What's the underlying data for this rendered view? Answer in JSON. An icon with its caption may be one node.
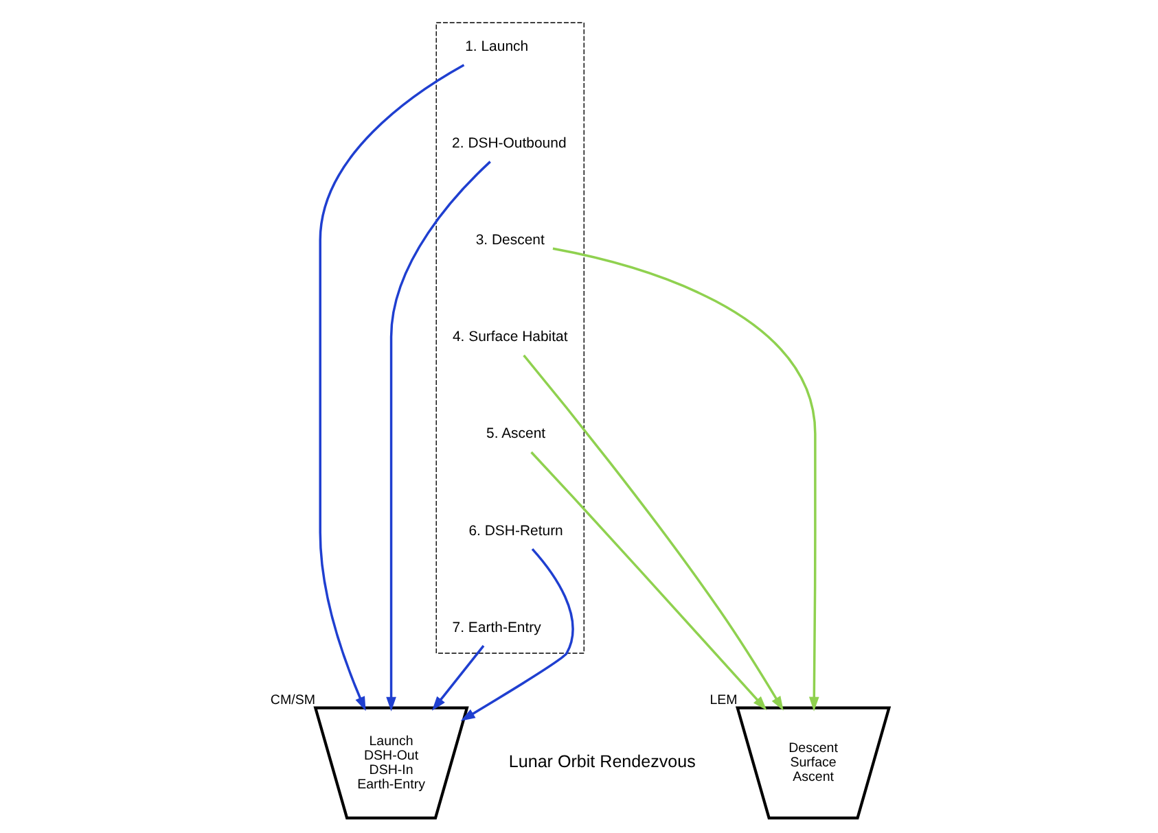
{
  "diagram": {
    "nodes": [
      {
        "text": [],
        "shape": "box"
      },
      {
        "text": [
          "1. Launch"
        ],
        "in": 0
      },
      {
        "text": [
          "2. DSH-Outbound"
        ],
        "in": 0
      },
      {
        "text": [
          "3. Descent"
        ],
        "in": 0
      },
      {
        "text": [
          "4. Surface Habitat"
        ],
        "in": 0
      },
      {
        "text": [
          "5. Ascent"
        ],
        "in": 0
      },
      {
        "text": [
          "6. DSH-Return"
        ],
        "in": 0
      },
      {
        "text": [
          "7. Earth-Entry"
        ],
        "in": 0
      },
      {
        "text": [
          "Launch DSH-Out DSH-In Earth-Entry",
          "CM/SM"
        ]
      },
      {
        "text": [
          "Descent Surface Ascent",
          "LEM"
        ]
      }
    ],
    "edges": [
      {
        "from": 1,
        "to": 8,
        "arrow": "to"
      },
      {
        "from": 2,
        "to": 8,
        "arrow": "to"
      },
      {
        "from": 6,
        "to": 8,
        "arrow": "to"
      },
      {
        "from": 7,
        "to": 8,
        "arrow": "to"
      },
      {
        "from": 3,
        "to": 9,
        "arrow": "to",
        "color": "#8fd14f"
      },
      {
        "from": 4,
        "to": 9,
        "arrow": "to",
        "color": "#8fd14f"
      },
      {
        "from": 5,
        "to": 9,
        "arrow": "to",
        "color": "#8fd14f"
      }
    ],
    "labels": [
      "Lunar Orbit Rendezvous"
    ]
  }
}
